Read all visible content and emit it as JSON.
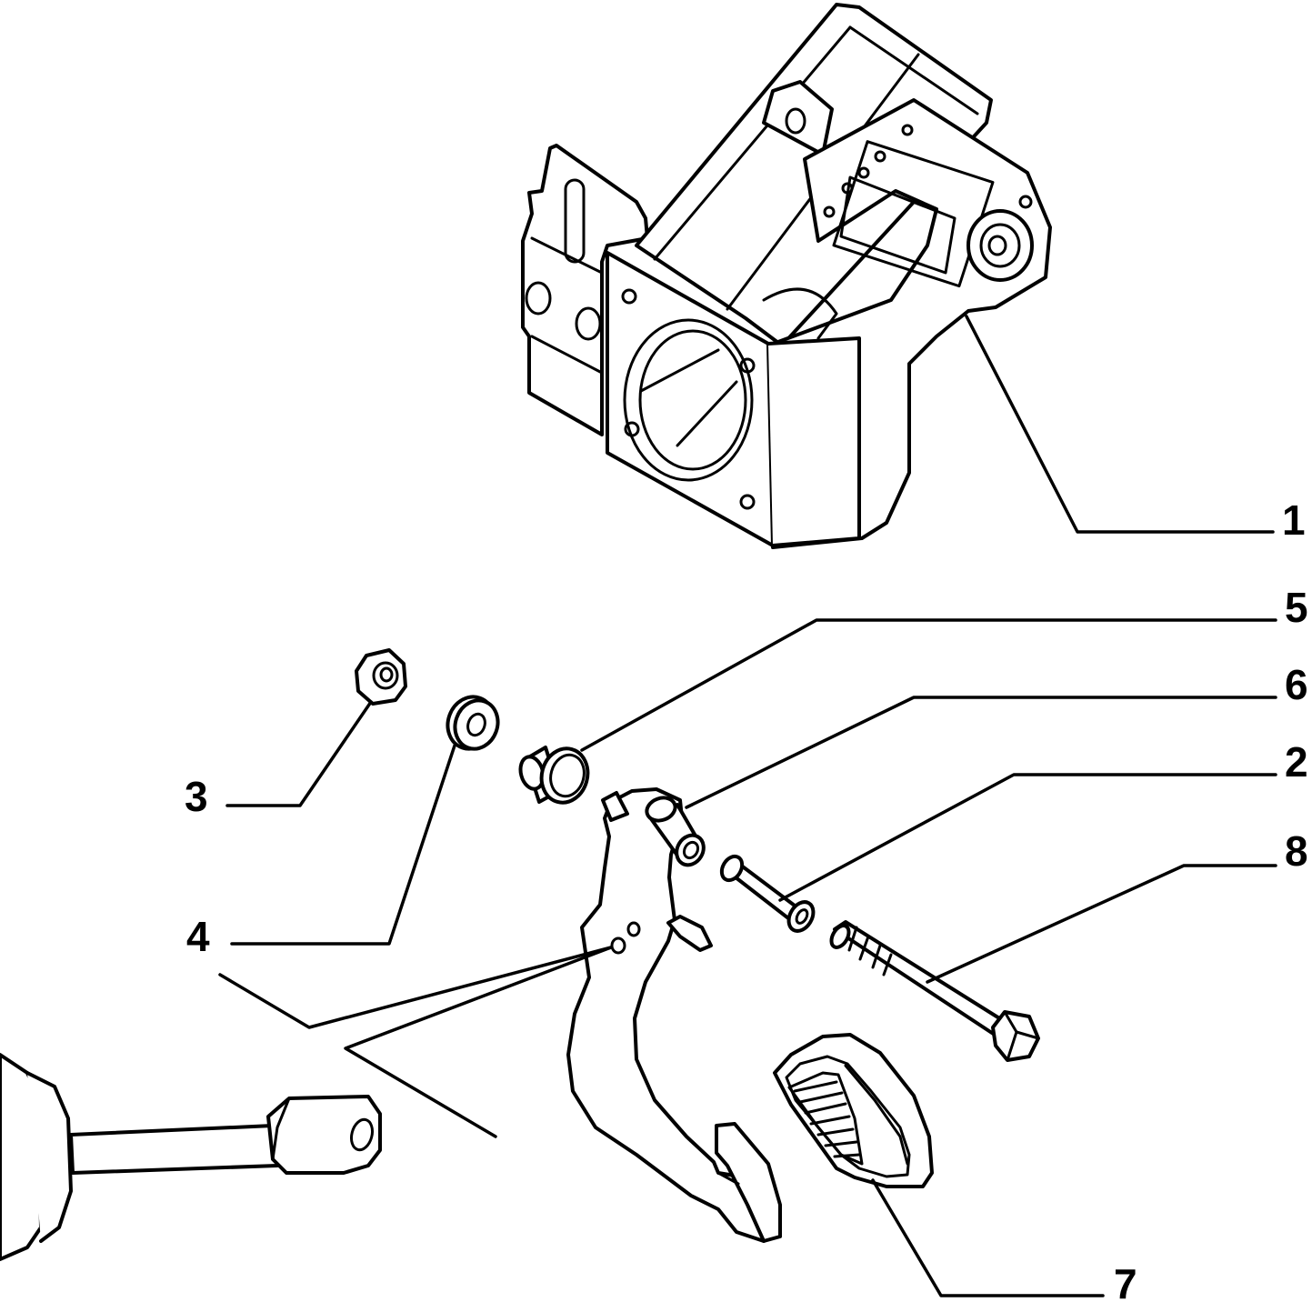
{
  "diagram": {
    "colors": {
      "ink": "#000000",
      "paper": "#ffffff"
    },
    "callouts": [
      {
        "id": "1",
        "label": "1",
        "part": "pedal-bracket"
      },
      {
        "id": "2",
        "label": "2",
        "part": "pivot-bushing"
      },
      {
        "id": "3",
        "label": "3",
        "part": "nut"
      },
      {
        "id": "4",
        "label": "4",
        "part": "washer"
      },
      {
        "id": "5",
        "label": "5",
        "part": "spacer-bush"
      },
      {
        "id": "6",
        "label": "6",
        "part": "pedal-lever"
      },
      {
        "id": "7",
        "label": "7",
        "part": "pedal-pad"
      },
      {
        "id": "8",
        "label": "8",
        "part": "pivot-bolt"
      }
    ]
  }
}
